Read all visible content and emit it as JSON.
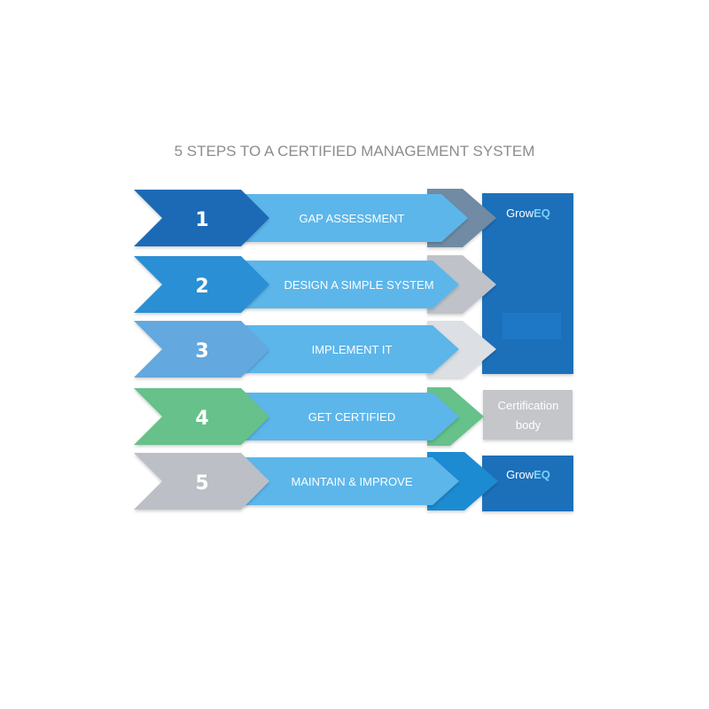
{
  "title": "5 STEPS TO A CERTIFIED MANAGEMENT SYSTEM",
  "steps": [
    {
      "number": "1",
      "label": "GAP ASSESSMENT",
      "chevron_color": "#1f6bb6",
      "tail_color": "#6f8ba3"
    },
    {
      "number": "2",
      "label": "DESIGN A SIMPLE SYSTEM",
      "chevron_color": "#2a8fd4",
      "tail_color": "#bfc3c9"
    },
    {
      "number": "3",
      "label": "IMPLEMENT IT",
      "chevron_color": "#64a8de",
      "tail_color": "#dcdfe3"
    },
    {
      "number": "4",
      "label": "GET CERTIFIED",
      "chevron_color": "#66c18a",
      "tail_color": "#66c18a"
    },
    {
      "number": "5",
      "label": "MAINTAIN & IMPROVE",
      "chevron_color": "#bcbfc5",
      "tail_color": "#1e8bd2"
    }
  ],
  "band_color": "#5bb6ea",
  "side_boxes": {
    "groweq_top": {
      "brand_plain": "Grow",
      "brand_bold": "EQ",
      "color": "#1c6fba"
    },
    "certification": {
      "line1": "Certification",
      "line2": "body",
      "color": "#c4c6ca"
    },
    "groweq_bottom": {
      "brand_plain": "Grow",
      "brand_bold": "EQ",
      "color": "#1c6fba"
    }
  },
  "colors": {
    "title": "#8c8c8c",
    "step_text": "#ffffff",
    "brand_accent": "#7fd0f6"
  }
}
